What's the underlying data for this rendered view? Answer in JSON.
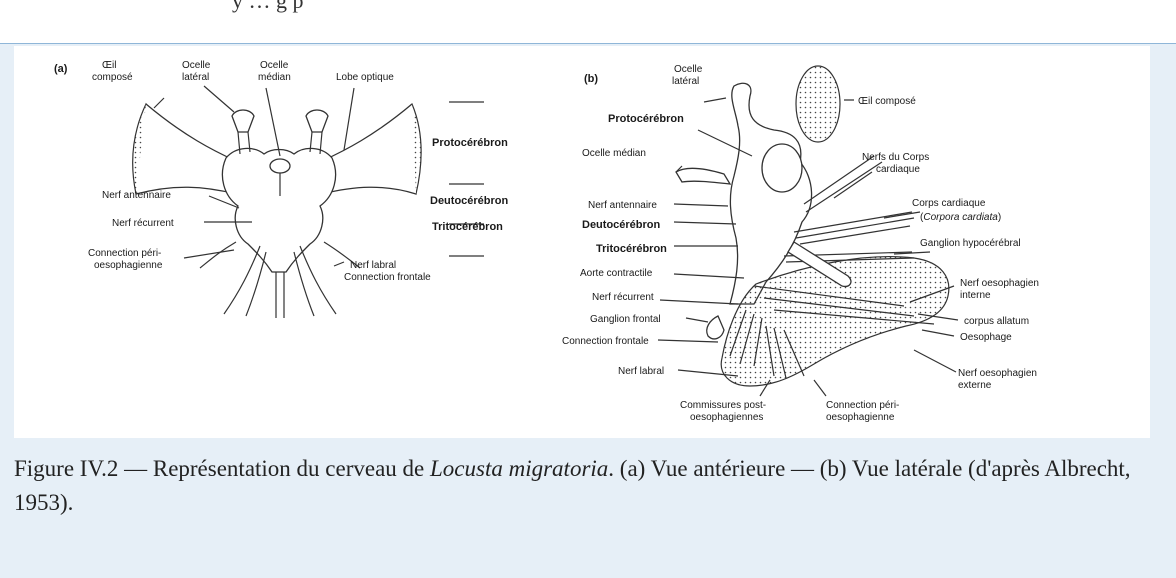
{
  "header": {
    "partial_text": "y … g p"
  },
  "figure": {
    "panel_a": {
      "tag": "(a)",
      "labels": {
        "oeil_compose_1": "Œil",
        "oeil_compose_2": "composé",
        "ocelle_lateral_1": "Ocelle",
        "ocelle_lateral_2": "latéral",
        "ocelle_median_1": "Ocelle",
        "ocelle_median_2": "médian",
        "lobe_optique": "Lobe optique",
        "protocerebron": "Protocérébron",
        "nerf_antennaire": "Nerf antennaire",
        "deutocerebron": "Deutocérébron",
        "nerf_recurrent": "Nerf récurrent",
        "tritocerebron": "Tritocérébron",
        "connection_peri_1": "Connection péri-",
        "connection_peri_2": "oesophagienne",
        "nerf_labral": "Nerf labral",
        "connection_frontale": "Connection frontale"
      }
    },
    "panel_b": {
      "tag": "(b)",
      "labels": {
        "ocelle_lateral_1": "Ocelle",
        "ocelle_lateral_2": "latéral",
        "oeil_compose": "Œil composé",
        "protocerebron": "Protocérébron",
        "ocelle_median": "Ocelle médian",
        "nerfs_corps_1": "Nerfs du Corps",
        "nerfs_corps_2": "cardiaque",
        "nerf_antennaire": "Nerf antennaire",
        "corps_cardiaque": "Corps cardiaque",
        "corpora_open": "(",
        "corpora_cardiata": "Corpora cardiata",
        "corpora_close": ")",
        "deutocerebron": "Deutocérébron",
        "tritocerebron": "Tritocérébron",
        "ganglion_hypocerebral": "Ganglion hypocérébral",
        "aorte_contractile": "Aorte contractile",
        "nerf_oesophagien_interne_1": "Nerf oesophagien",
        "nerf_oesophagien_interne_2": "interne",
        "nerf_recurrent": "Nerf récurrent",
        "corpus_allatum": "corpus allatum",
        "ganglion_frontal": "Ganglion frontal",
        "oesophage": "Oesophage",
        "connection_frontale": "Connection frontale",
        "nerf_labral": "Nerf labral",
        "nerf_oesophagien_externe_1": "Nerf oesophagien",
        "nerf_oesophagien_externe_2": "externe",
        "commissures_1": "Commissures post-",
        "commissures_2": "oesophagiennes",
        "connection_peri_1": "Connection péri-",
        "connection_peri_2": "oesophagienne"
      }
    }
  },
  "caption": {
    "prefix": "Figure IV.2 — Représentation du cerveau de ",
    "species": "Locusta migratoria",
    "suffix": ". (a) Vue antérieure — (b) Vue latérale (d'après Albrecht, 1953)."
  }
}
